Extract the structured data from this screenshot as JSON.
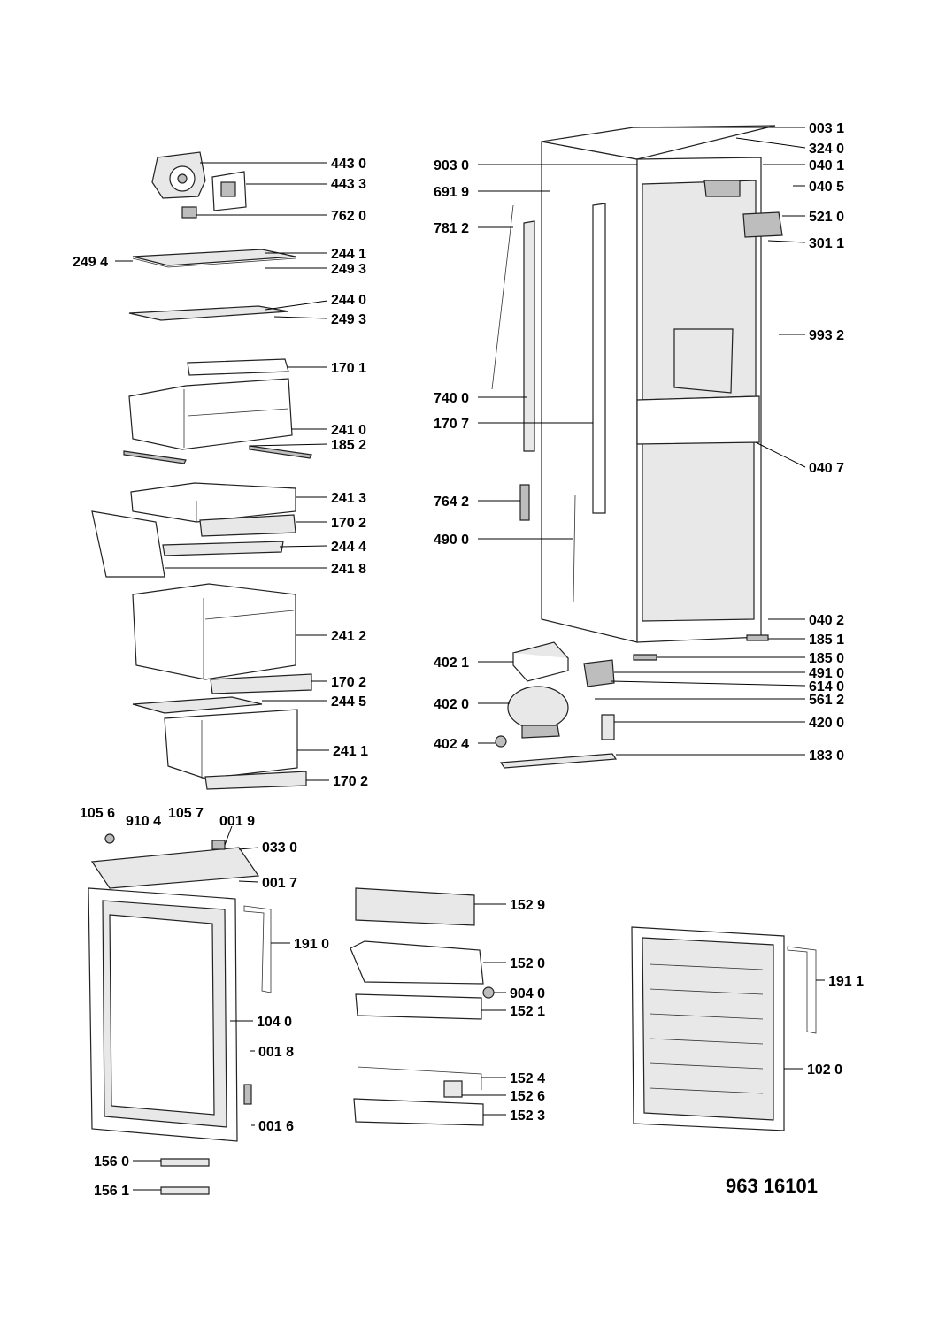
{
  "labels": {
    "l4430": "443 0",
    "l4433": "443 3",
    "l7620": "762 0",
    "l2494": "249 4",
    "l2441": "244 1",
    "l2493a": "249 3",
    "l2440": "244 0",
    "l2493b": "249 3",
    "l1701": "170 1",
    "l2410": "241 0",
    "l1852": "185 2",
    "l2413": "241 3",
    "l1702a": "170 2",
    "l2444": "244 4",
    "l2418": "241 8",
    "l2412": "241 2",
    "l1702b": "170 2",
    "l2445": "244 5",
    "l2411": "241 1",
    "l1702c": "170 2",
    "l0031": "003 1",
    "l3240": "324 0",
    "l9030": "903 0",
    "l0401": "040 1",
    "l6919": "691 9",
    "l0405": "040 5",
    "l7812": "781 2",
    "l5210": "521 0",
    "l3011": "301 1",
    "l9932": "993 2",
    "l7400": "740 0",
    "l1707": "170 7",
    "l0407": "040 7",
    "l7642": "764 2",
    "l4900": "490 0",
    "l0402": "040 2",
    "l1851": "185 1",
    "l4021": "402 1",
    "l1850": "185 0",
    "l4910": "491 0",
    "l6140": "614 0",
    "l4020": "402 0",
    "l5612": "561 2",
    "l4200": "420 0",
    "l4024": "402 4",
    "l1830": "183 0",
    "l1056": "105 6",
    "l9104": "910 4",
    "l1057": "105 7",
    "l0019": "001 9",
    "l0330": "033 0",
    "l0017": "001 7",
    "l1910": "191 0",
    "l1040": "104 0",
    "l0018": "001 8",
    "l0016": "001 6",
    "l1560": "156 0",
    "l1561": "156 1",
    "l1529": "152 9",
    "l1520": "152 0",
    "l9040": "904 0",
    "l1521": "152 1",
    "l1524": "152 4",
    "l1526": "152 6",
    "l1523": "152 3",
    "l1911": "191 1",
    "l1020": "102 0"
  },
  "document_number": "963 16101"
}
